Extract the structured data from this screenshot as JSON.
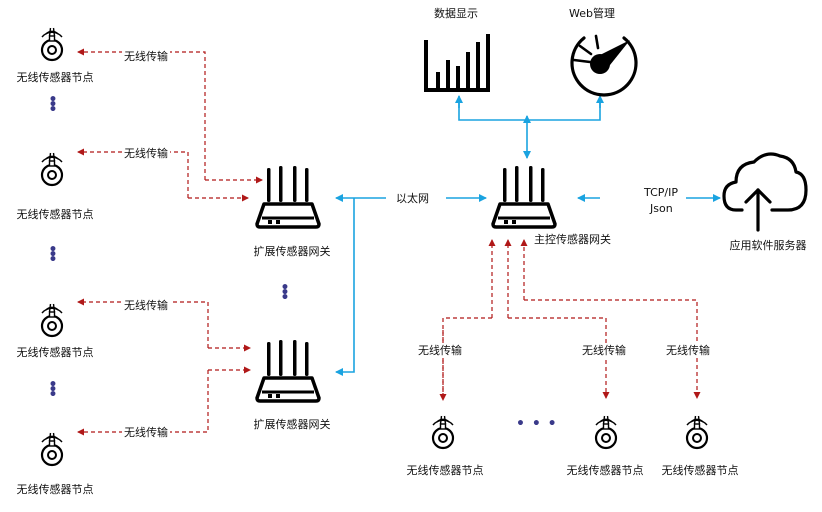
{
  "colors": {
    "ethernet": "#1aa3e0",
    "wireless": "#b01818",
    "icon": "#000000",
    "dots": "#3a3a8a"
  },
  "labels": {
    "sensor_node": "无线传感器节点",
    "wireless_link": "无线传输",
    "ext_gateway": "扩展传感器网关",
    "main_gateway": "主控传感器网关",
    "ethernet": "以太网",
    "protocol_line1": "TCP/IP",
    "protocol_line2": "Json",
    "server": "应用软件服务器",
    "data_display": "数据显示",
    "web_admin": "Web管理"
  },
  "ellipsis": "• • •"
}
